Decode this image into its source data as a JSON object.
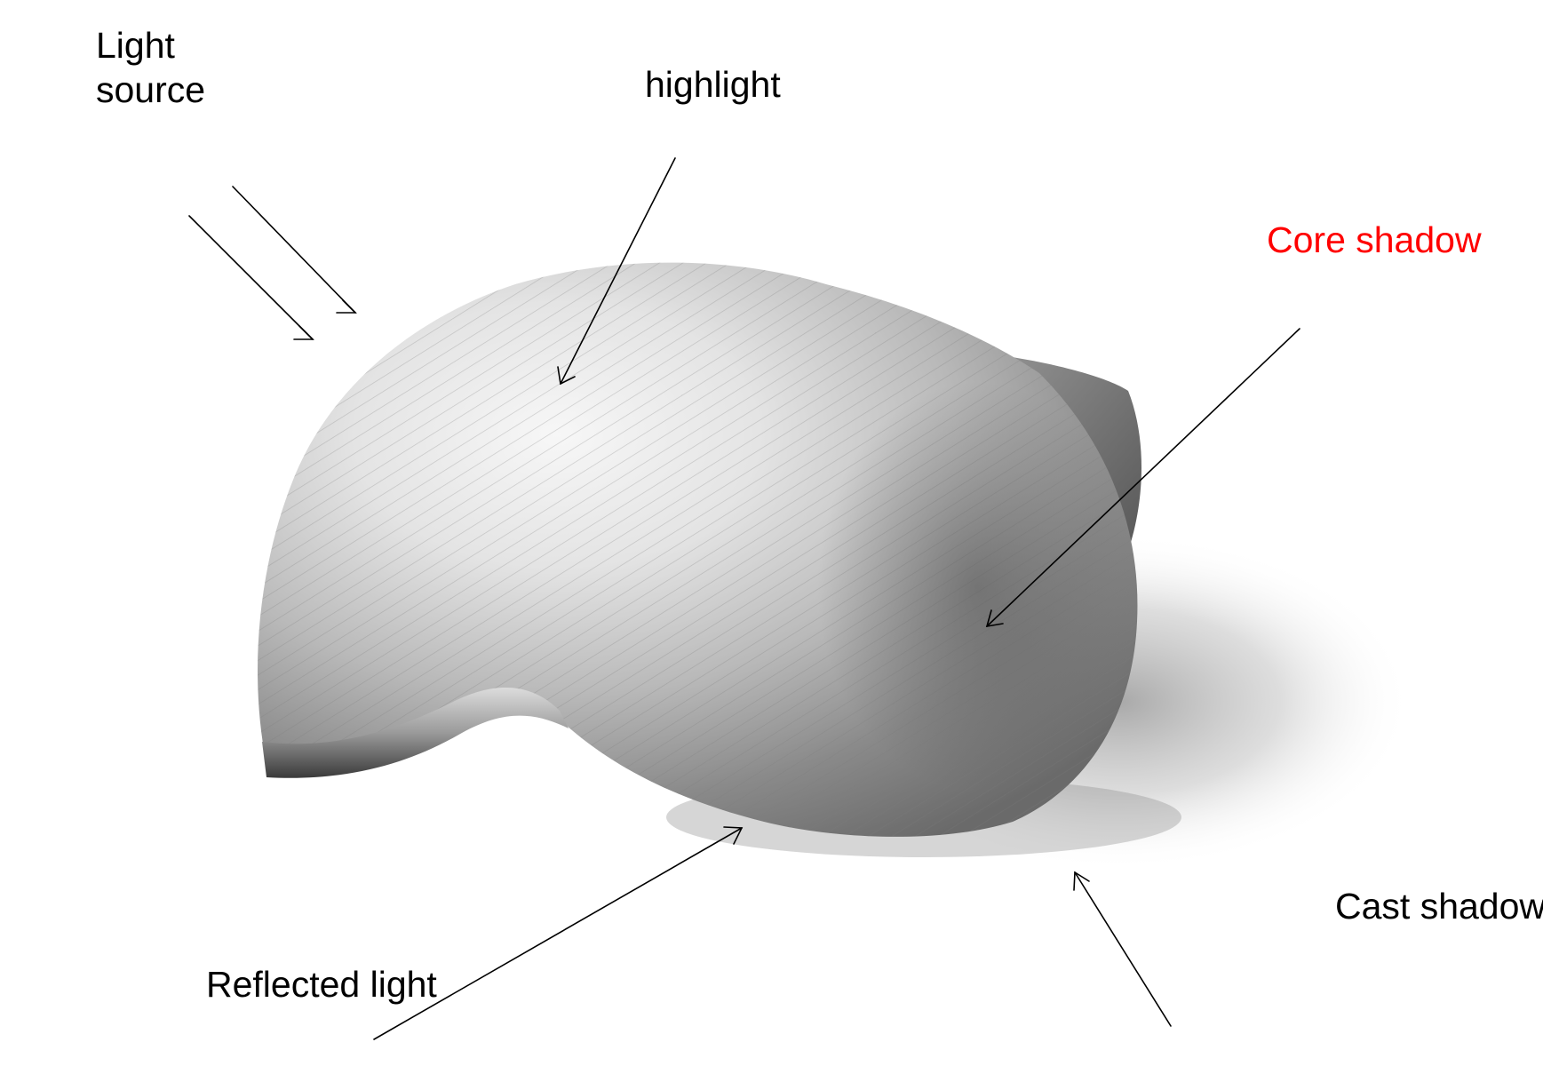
{
  "labels": {
    "light_source": "Light source",
    "highlight": "highlight",
    "core_shadow": "Core shadow",
    "cast_shadow": "Cast shadow",
    "reflected_light": "Reflected light"
  },
  "colors": {
    "label_default": "#000000",
    "label_emphasis": "#ff0000",
    "background": "#ffffff"
  }
}
